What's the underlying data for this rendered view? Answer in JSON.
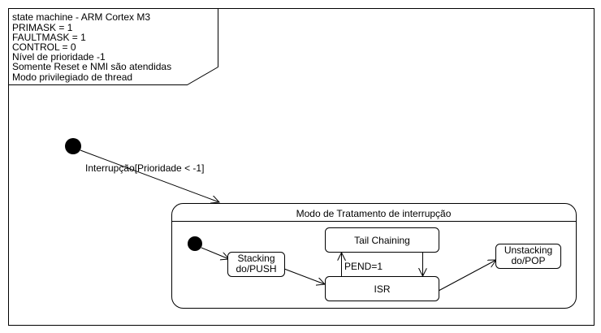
{
  "frame": {
    "header_lines": [
      "state machine - ARM Cortex M3",
      "PRIMASK = 1",
      "FAULTMASK = 1",
      "CONTROL = 0",
      "Nível de prioridade -1",
      "Somente Reset e NMI são atendidas",
      "Modo privilegiado de thread"
    ]
  },
  "transitions": {
    "outer_trigger": "Interrupção[Prioridade < -1]",
    "pend_label": "PEND=1"
  },
  "composite_state": {
    "title": "Modo de Tratamento de interrupção"
  },
  "states": {
    "stacking": {
      "line1": "Stacking",
      "line2": "do/PUSH"
    },
    "tail_chaining": {
      "label": "Tail Chaining"
    },
    "isr": {
      "label": "ISR"
    },
    "unstacking": {
      "line1": "Unstacking",
      "line2": "do/POP"
    }
  },
  "colors": {
    "stroke": "#000000",
    "fill": "#ffffff"
  }
}
